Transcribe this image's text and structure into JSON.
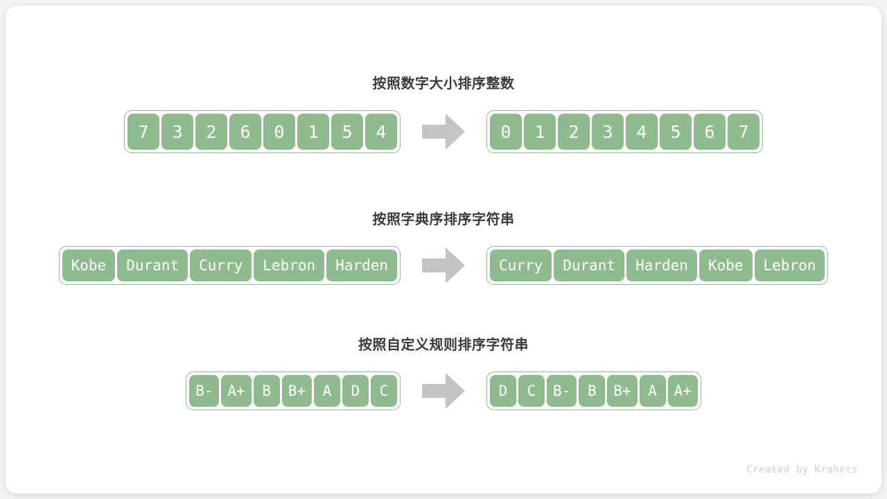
{
  "canvas": {
    "background": "#f2f3f4",
    "card_background": "#ffffff"
  },
  "theme": {
    "accent_green": "#8fbc8f",
    "cell_text": "#ffffff",
    "title_color": "#3a3a3a",
    "arrow_color": "#c4c4c4",
    "credit_color": "#d0d0d0"
  },
  "sections": [
    {
      "id": "integers",
      "title": "按照数字大小排序整数",
      "input": [
        "7",
        "3",
        "2",
        "6",
        "0",
        "1",
        "5",
        "4"
      ],
      "output": [
        "0",
        "1",
        "2",
        "3",
        "4",
        "5",
        "6",
        "7"
      ],
      "arrow": "right-arrow-icon"
    },
    {
      "id": "lexicographic-strings",
      "title": "按照字典序排序字符串",
      "input": [
        "Kobe",
        "Durant",
        "Curry",
        "Lebron",
        "Harden"
      ],
      "output": [
        "Curry",
        "Durant",
        "Harden",
        "Kobe",
        "Lebron"
      ],
      "arrow": "right-arrow-icon"
    },
    {
      "id": "custom-rule-strings",
      "title": "按照自定义规则排序字符串",
      "input": [
        "B-",
        "A+",
        "B",
        "B+",
        "A",
        "D",
        "C"
      ],
      "output": [
        "D",
        "C",
        "B-",
        "B",
        "B+",
        "A",
        "A+"
      ],
      "arrow": "right-arrow-icon"
    }
  ],
  "credit": "Created by Krahets"
}
